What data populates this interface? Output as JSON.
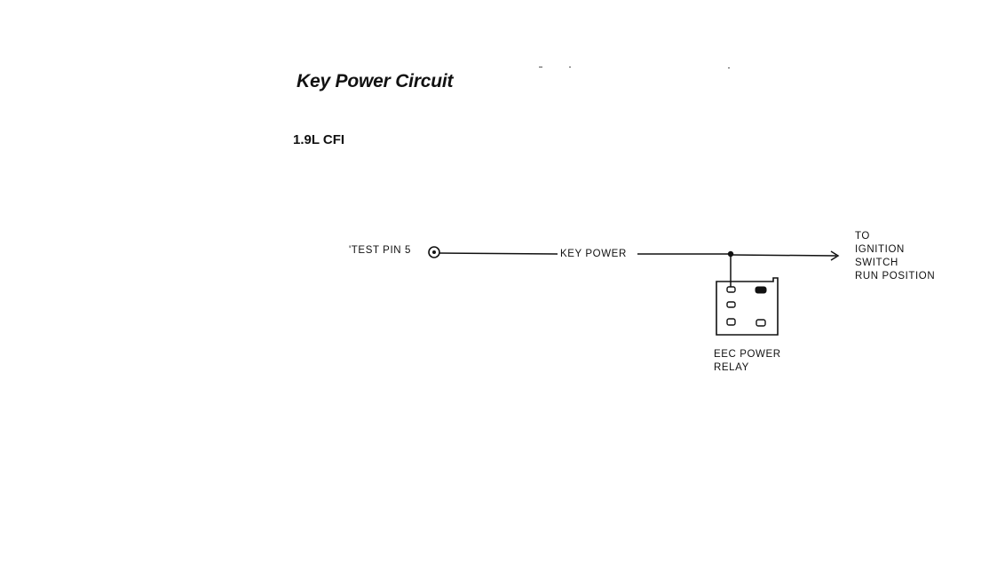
{
  "title": "Key Power Circuit",
  "subtitle": "1.9L  CFI",
  "diagram": {
    "test_pin_label": "'TEST PIN 5",
    "wire_label": "KEY POWER",
    "destination": {
      "line1": "TO",
      "line2": "IGNITION",
      "line3": "SWITCH",
      "line4": "RUN POSITION"
    },
    "relay": {
      "line1": "EEC POWER",
      "line2": "RELAY"
    }
  },
  "colors": {
    "ink": "#111111",
    "background": "#ffffff"
  }
}
